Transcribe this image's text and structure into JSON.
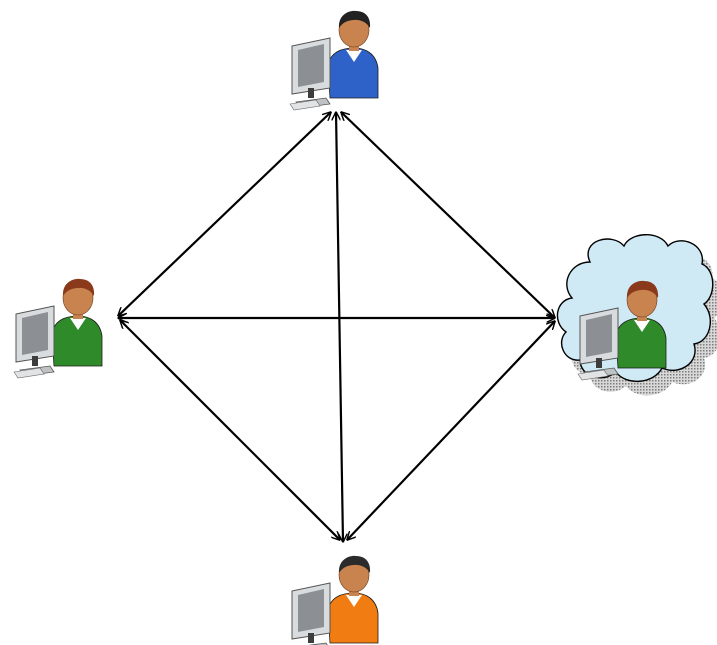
{
  "diagram": {
    "type": "peer-to-peer network",
    "nodes": [
      {
        "id": "top",
        "icon": "user-computer-icon",
        "shirt_color": "#2f62c9"
      },
      {
        "id": "left",
        "icon": "user-computer-icon",
        "shirt_color": "#2f8a2a"
      },
      {
        "id": "right",
        "icon": "user-computer-icon",
        "shirt_color": "#2f8a2a",
        "in_cloud": true
      },
      {
        "id": "bottom",
        "icon": "user-computer-icon",
        "shirt_color": "#f07c12"
      }
    ],
    "connections": [
      {
        "from": "top",
        "to": "left",
        "bidirectional": true
      },
      {
        "from": "top",
        "to": "right",
        "bidirectional": true
      },
      {
        "from": "top",
        "to": "bottom",
        "bidirectional": true
      },
      {
        "from": "left",
        "to": "right",
        "bidirectional": true
      },
      {
        "from": "left",
        "to": "bottom",
        "bidirectional": true
      },
      {
        "from": "right",
        "to": "bottom",
        "bidirectional": true
      }
    ],
    "colors": {
      "line": "#000000",
      "cloud_fill": "#cfe9f5",
      "cloud_stroke": "#000000",
      "cloud_shadow": "#9a9a9a",
      "skin": "#c8834e",
      "monitor": "#8c9094"
    }
  }
}
